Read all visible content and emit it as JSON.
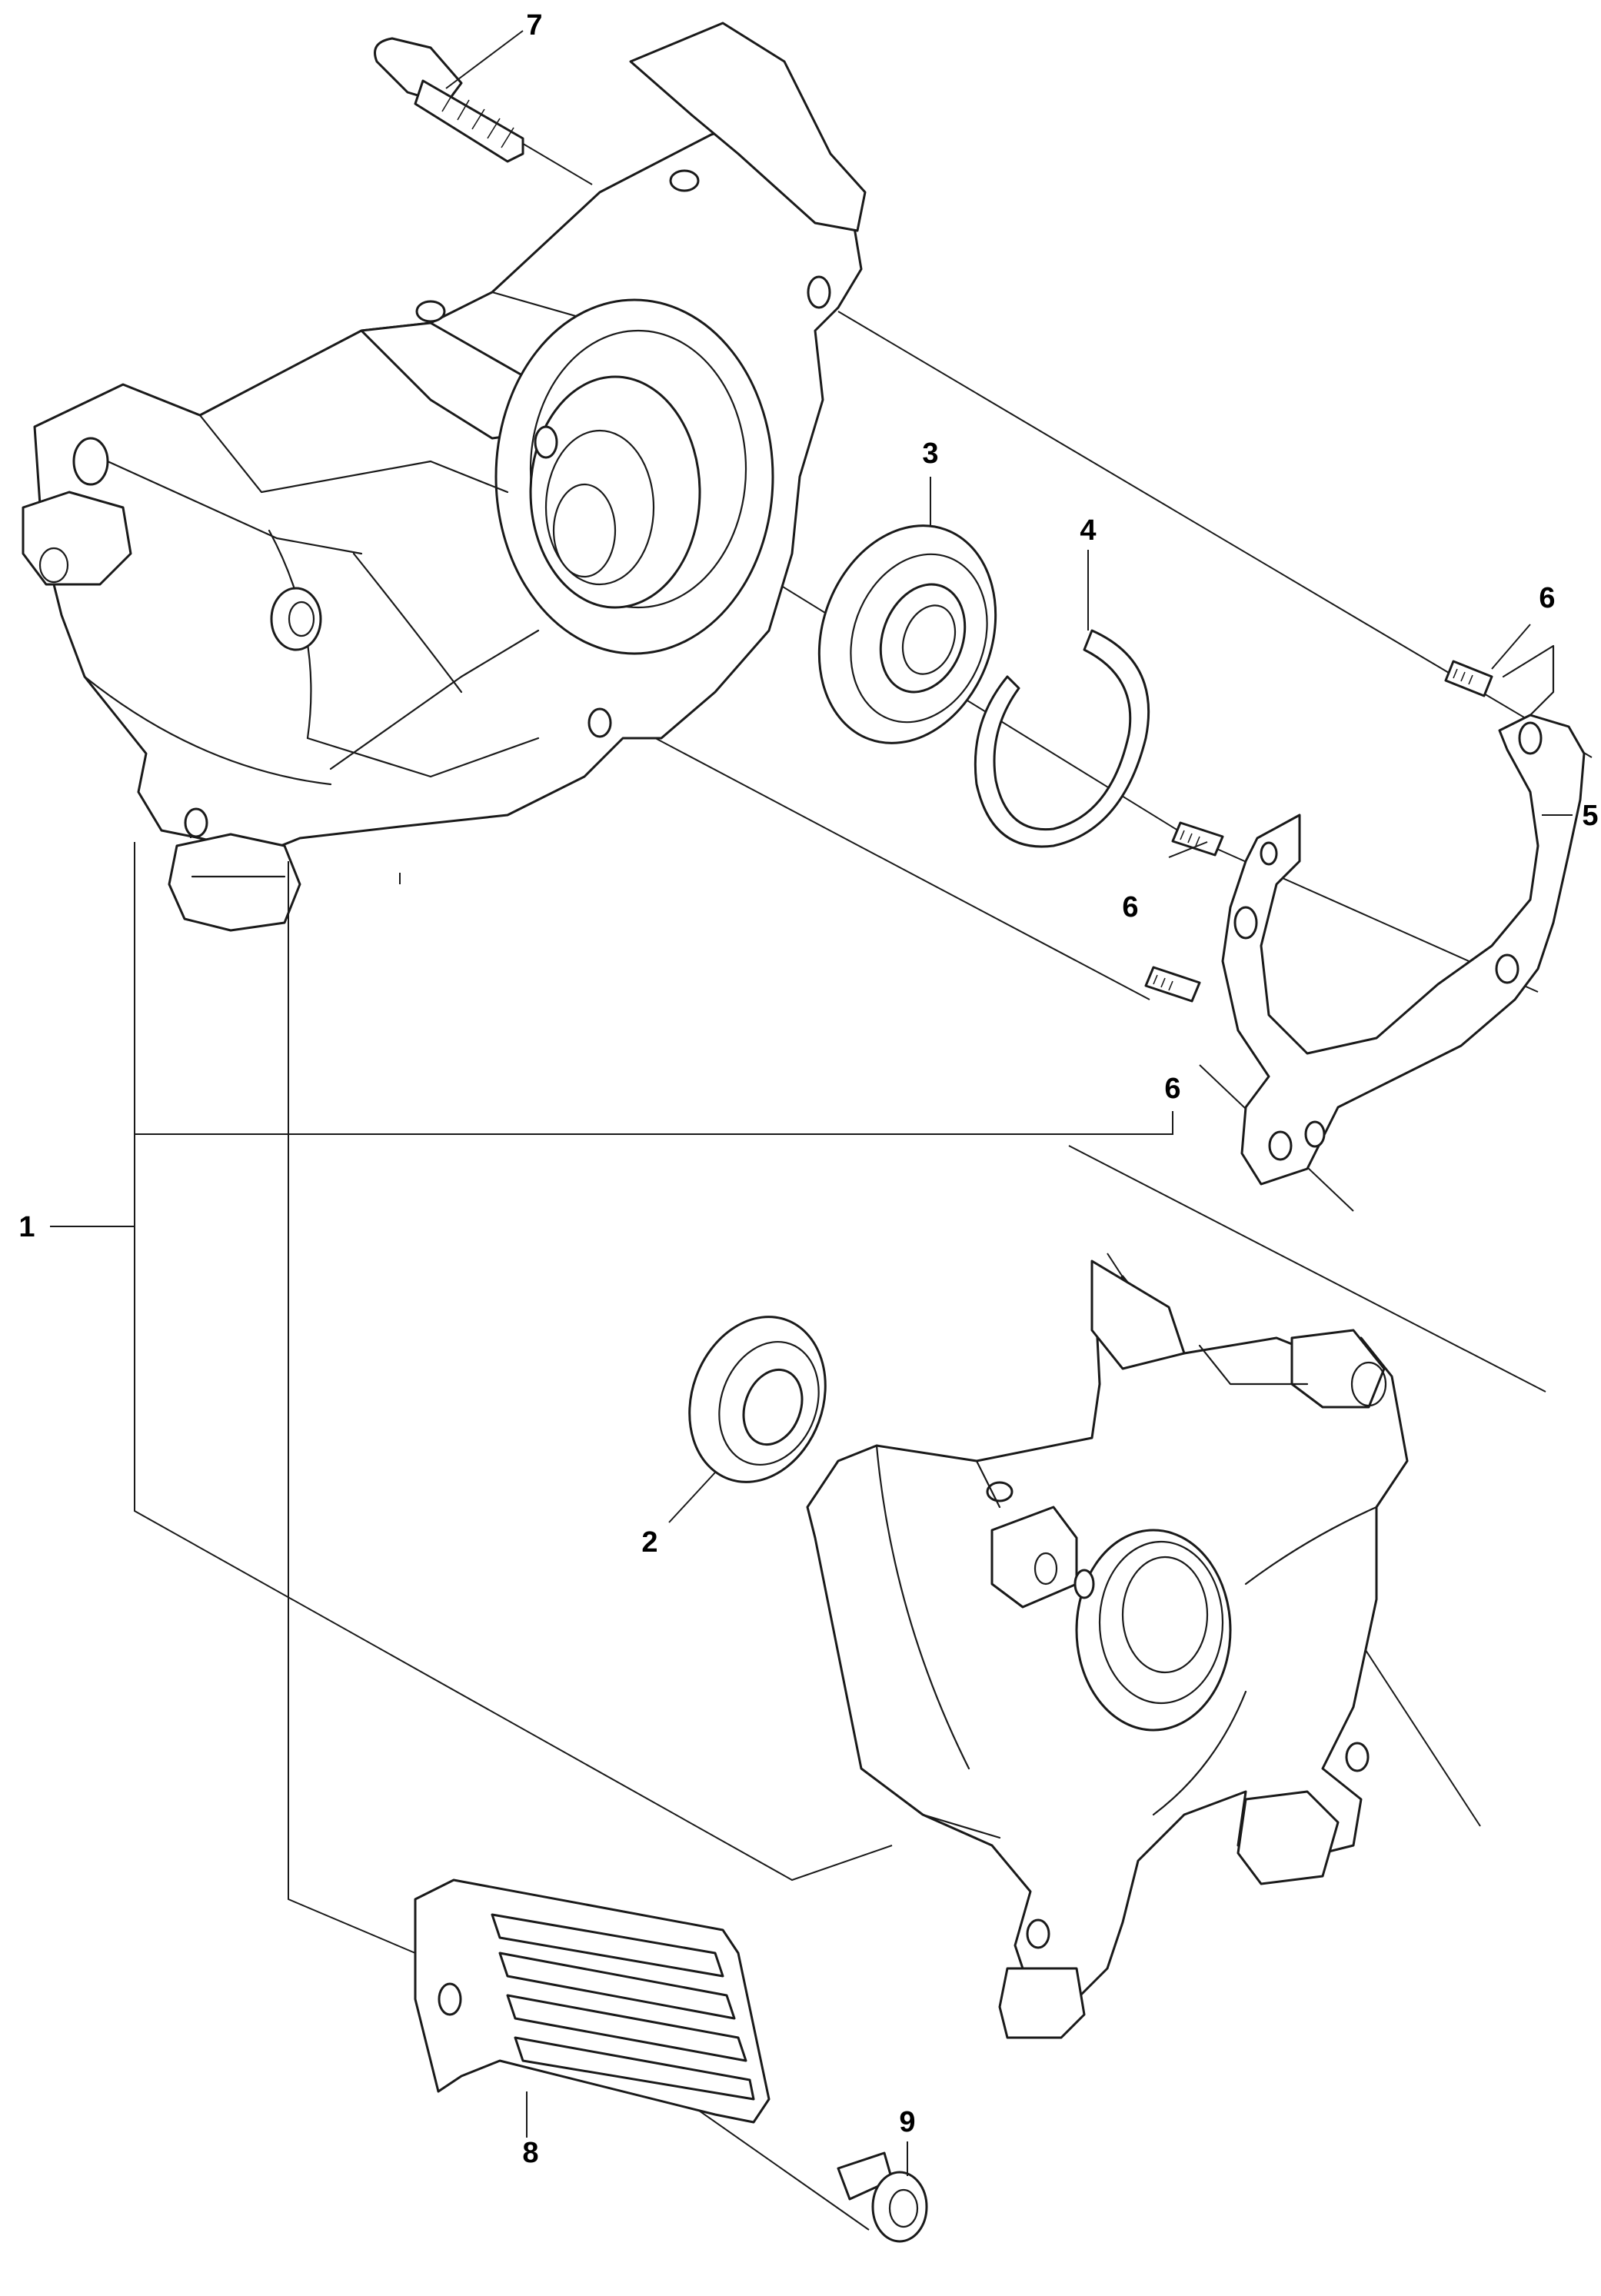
{
  "callouts": [
    {
      "id": "1",
      "label": "1"
    },
    {
      "id": "2",
      "label": "2"
    },
    {
      "id": "3",
      "label": "3"
    },
    {
      "id": "4",
      "label": "4"
    },
    {
      "id": "5",
      "label": "5"
    },
    {
      "id": "6a",
      "label": "6"
    },
    {
      "id": "6b",
      "label": "6"
    },
    {
      "id": "6c",
      "label": "6"
    },
    {
      "id": "7",
      "label": "7"
    },
    {
      "id": "8",
      "label": "8"
    },
    {
      "id": "9",
      "label": "9"
    }
  ],
  "colors": {
    "line": "#1a1a1a",
    "background": "#ffffff"
  }
}
